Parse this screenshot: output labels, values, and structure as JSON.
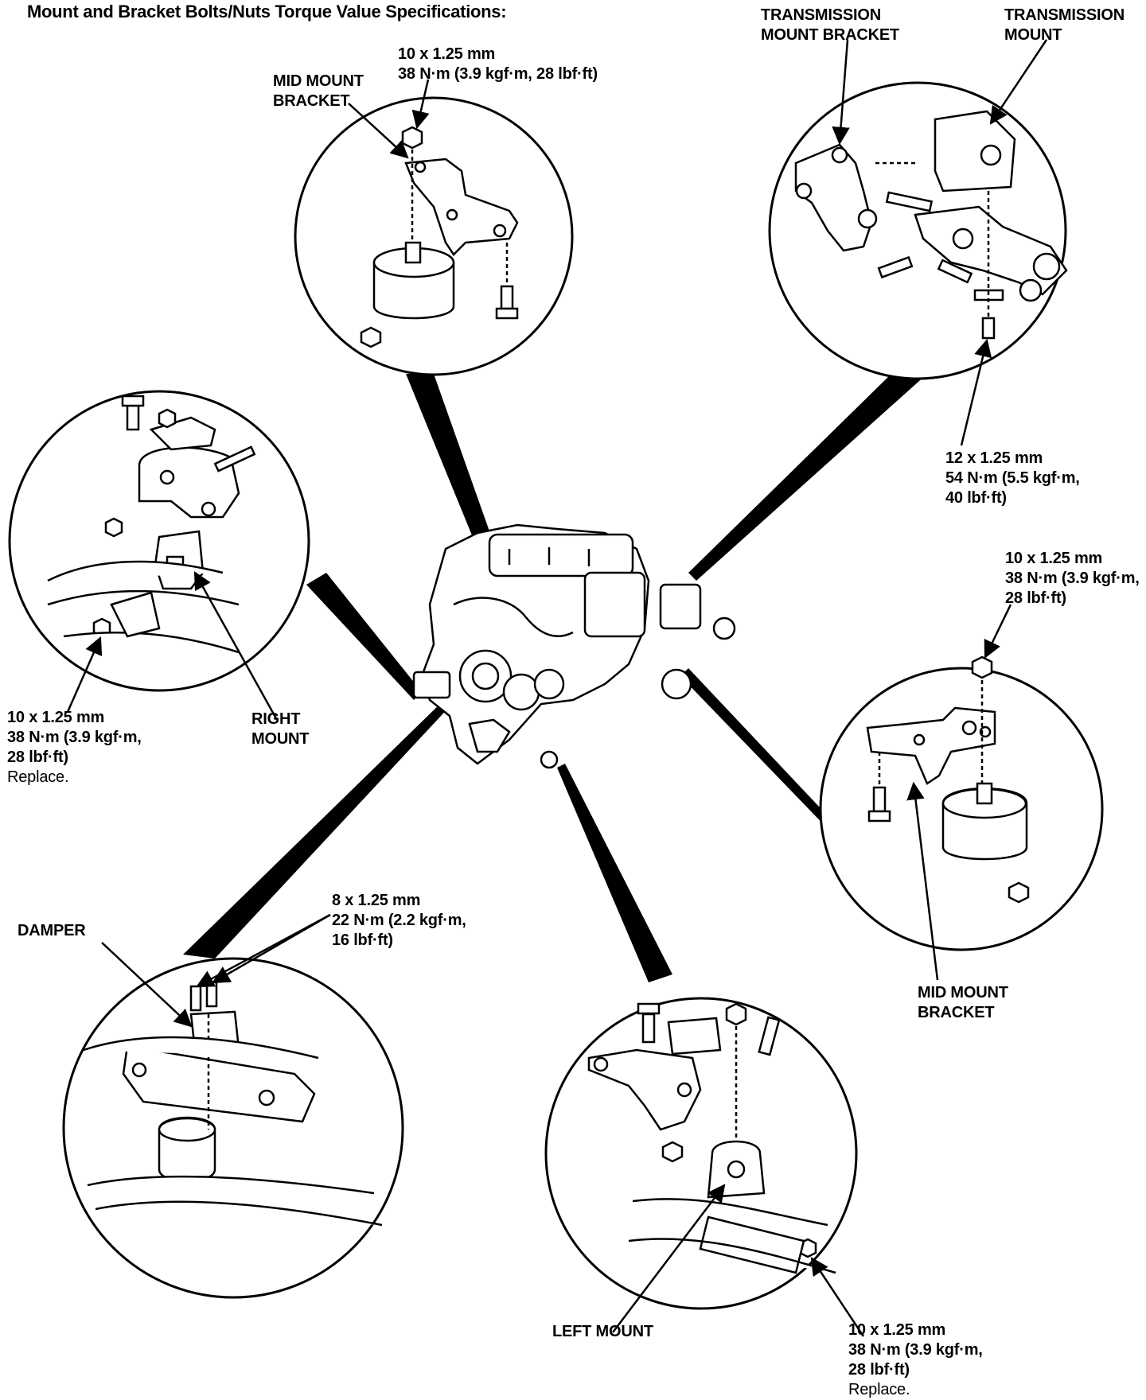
{
  "title": "Mount and Bracket Bolts/Nuts Torque Value Specifications:",
  "labels": {
    "mid_mount_bracket_top": [
      "MID MOUNT",
      "BRACKET"
    ],
    "torque_top": [
      "10 x 1.25 mm",
      "38 N·m (3.9 kgf·m, 28 lbf·ft)"
    ],
    "transmission_mount_bracket": [
      "TRANSMISSION",
      "MOUNT BRACKET"
    ],
    "transmission_mount": [
      "TRANSMISSION",
      "MOUNT"
    ],
    "torque_trans": [
      "12 x 1.25 mm",
      "54 N·m (5.5 kgf·m,",
      "40 lbf·ft)"
    ],
    "torque_mid_right": [
      "10 x 1.25 mm",
      "38 N·m (3.9 kgf·m,",
      "28 lbf·ft)"
    ],
    "mid_mount_bracket_right": [
      "MID MOUNT",
      "BRACKET"
    ],
    "torque_right_mount": [
      "10 x 1.25 mm",
      "38 N·m (3.9 kgf·m,",
      "28 lbf·ft)",
      "Replace."
    ],
    "right_mount": [
      "RIGHT",
      "MOUNT"
    ],
    "damper": [
      "DAMPER"
    ],
    "torque_damper": [
      "8 x 1.25 mm",
      "22 N·m (2.2 kgf·m,",
      "16 lbf·ft)"
    ],
    "left_mount": [
      "LEFT MOUNT"
    ],
    "torque_left_mount": [
      "10 x 1.25 mm",
      "38 N·m (3.9 kgf·m,",
      "28 lbf·ft)",
      "Replace."
    ]
  }
}
